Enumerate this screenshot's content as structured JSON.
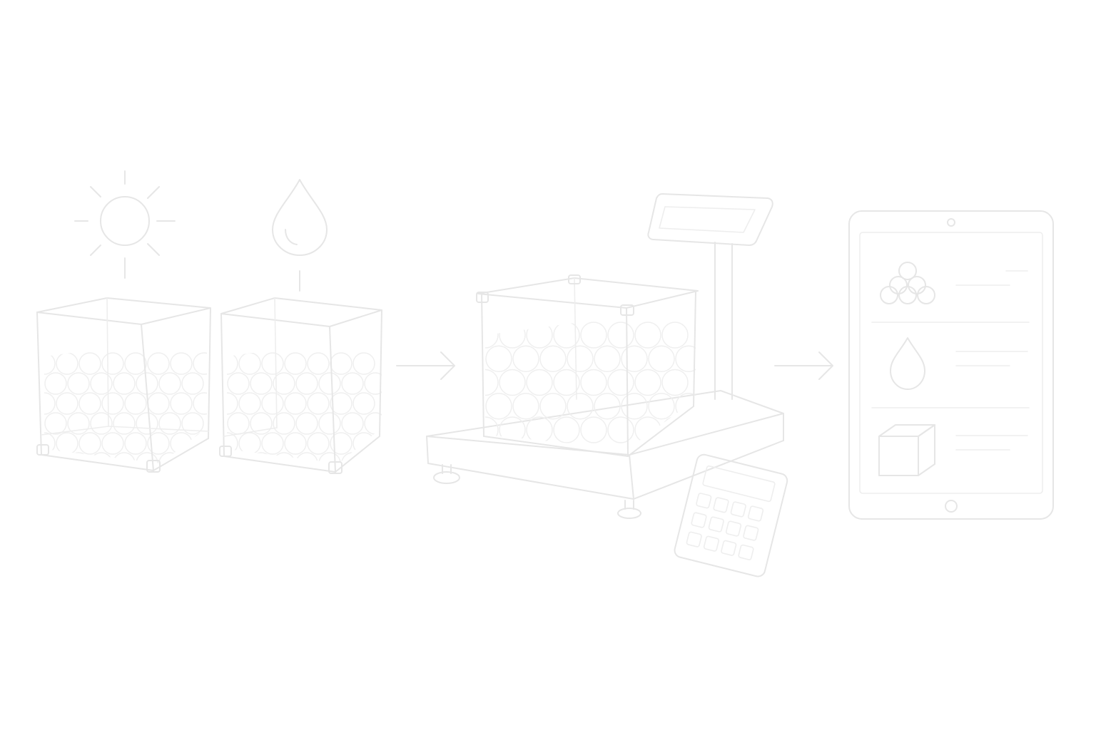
{
  "diagram": {
    "steps": [
      {
        "id": "drying-and-soaking",
        "icons": [
          "sun-icon",
          "water-drop-icon",
          "mesh-crate-icon"
        ]
      },
      {
        "id": "weighing",
        "icons": [
          "weighing-scale-icon",
          "mesh-crate-icon",
          "calculator-icon"
        ]
      },
      {
        "id": "results",
        "icons": [
          "tablet-icon",
          "spheres-icon",
          "water-drop-icon",
          "cube-icon"
        ]
      }
    ],
    "connectors": [
      "arrow-right-icon",
      "arrow-right-icon"
    ],
    "colors": {
      "line": "#e6e6e6",
      "background": "#ffffff"
    }
  }
}
